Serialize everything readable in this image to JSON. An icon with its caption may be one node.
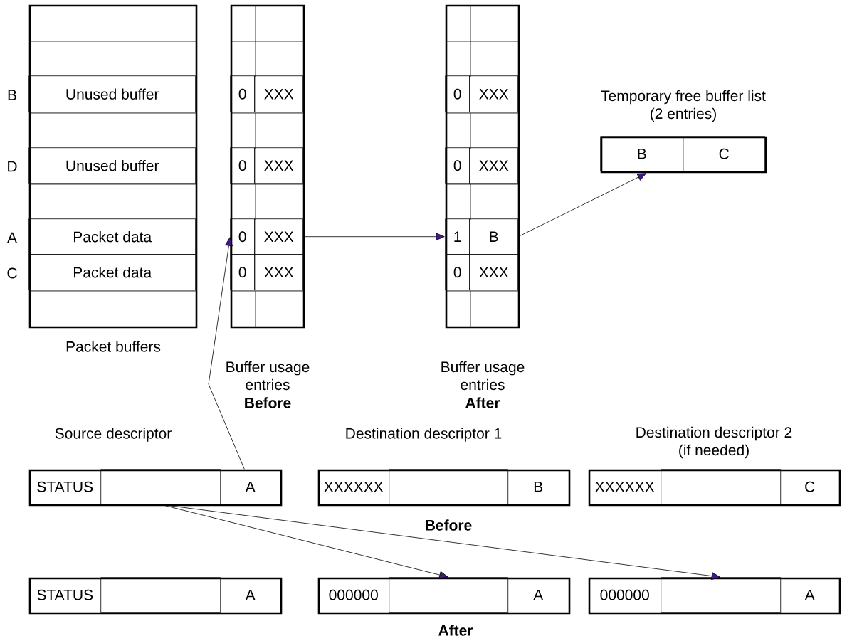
{
  "diagram": {
    "nodes": [
      {
        "text": [
          "Packet buffers"
        ]
      },
      {
        "text": [
          "Unused buffer"
        ],
        "in": 0,
        "beside": [
          "B"
        ]
      },
      {
        "text": [
          "Unused buffer"
        ],
        "in": 0,
        "beside": [
          "D"
        ]
      },
      {
        "text": [
          "Packet data"
        ],
        "in": 0,
        "beside": [
          "A"
        ]
      },
      {
        "text": [
          "Packet data"
        ],
        "in": 0,
        "beside": [
          "C"
        ]
      },
      {
        "text": [
          "Buffer usage entries",
          "Before"
        ]
      },
      {
        "text": [
          "0"
        ],
        "in": 5
      },
      {
        "text": [
          "XXX"
        ],
        "in": 5
      },
      {
        "text": [
          "0"
        ],
        "in": 5
      },
      {
        "text": [
          "XXX"
        ],
        "in": 5
      },
      {
        "text": [
          "0"
        ],
        "in": 5
      },
      {
        "text": [
          "XXX"
        ],
        "in": 5
      },
      {
        "text": [
          "0"
        ],
        "in": 5
      },
      {
        "text": [
          "XXX"
        ],
        "in": 5
      },
      {
        "text": [
          "Buffer usage entries",
          "After"
        ]
      },
      {
        "text": [
          "0"
        ],
        "in": 14
      },
      {
        "text": [
          "XXX"
        ],
        "in": 14
      },
      {
        "text": [
          "0"
        ],
        "in": 14
      },
      {
        "text": [
          "XXX"
        ],
        "in": 14
      },
      {
        "text": [
          "1"
        ],
        "in": 14
      },
      {
        "text": [
          "B"
        ],
        "in": 14
      },
      {
        "text": [
          "0"
        ],
        "in": 14
      },
      {
        "text": [
          "XXX"
        ],
        "in": 14
      },
      {
        "text": [
          "Temporary free buffer list (2 entries)"
        ]
      },
      {
        "text": [
          "B"
        ],
        "in": 23
      },
      {
        "text": [
          "C"
        ],
        "in": 23
      },
      {
        "text": [
          "Source descriptor"
        ]
      },
      {
        "text": [
          "STATUS"
        ],
        "in": 26
      },
      {
        "text": [],
        "shape": "box",
        "in": 26
      },
      {
        "text": [
          "A"
        ],
        "in": 26
      },
      {
        "text": [
          "Destination descriptor 1"
        ]
      },
      {
        "text": [
          "XXXXXX"
        ],
        "in": 30
      },
      {
        "text": [],
        "shape": "box",
        "in": 30
      },
      {
        "text": [
          "B"
        ],
        "in": 30
      },
      {
        "text": [
          "Destination descriptor 2 (if needed)"
        ]
      },
      {
        "text": [
          "XXXXXX"
        ],
        "in": 34
      },
      {
        "text": [],
        "shape": "box",
        "in": 34
      },
      {
        "text": [
          "C"
        ],
        "in": 34
      },
      {
        "text": [],
        "shape": "box"
      },
      {
        "text": [
          "STATUS"
        ],
        "in": 38
      },
      {
        "text": [],
        "shape": "box",
        "in": 38
      },
      {
        "text": [
          "A"
        ],
        "in": 38
      },
      {
        "text": [],
        "shape": "box"
      },
      {
        "text": [
          "000000"
        ],
        "in": 42
      },
      {
        "text": [],
        "shape": "box",
        "in": 42
      },
      {
        "text": [
          "A"
        ],
        "in": 42
      },
      {
        "text": [],
        "shape": "box"
      },
      {
        "text": [
          "000000"
        ],
        "in": 46
      },
      {
        "text": [],
        "shape": "box",
        "in": 46
      },
      {
        "text": [
          "A"
        ],
        "in": 46
      }
    ],
    "edges": [
      {
        "from": 29,
        "to": 10,
        "arrow": "to"
      },
      {
        "from": 11,
        "to": 19,
        "arrow": "to"
      },
      {
        "from": 20,
        "to": 23,
        "arrow": "to"
      },
      {
        "from": 28,
        "to": 44,
        "arrow": "to"
      },
      {
        "from": 28,
        "to": 48,
        "arrow": "to"
      }
    ],
    "labels": [
      "Before",
      "After"
    ]
  }
}
